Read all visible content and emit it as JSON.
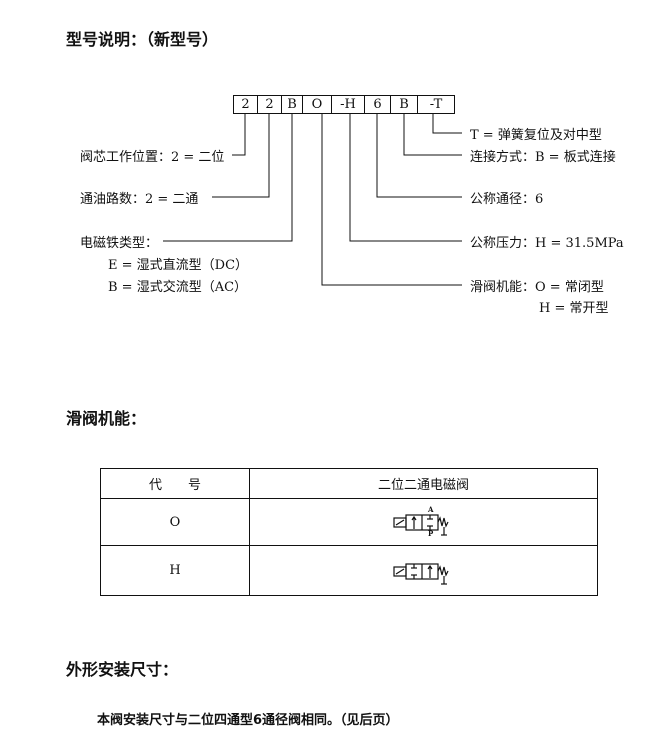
{
  "sections": {
    "model_title": "型号说明：（新型号）",
    "spool_title": "滑阀机能：",
    "install_title": "外形安装尺寸："
  },
  "code_boxes": [
    "2",
    "2",
    "B",
    "O",
    "-H",
    "6",
    "B",
    "-T"
  ],
  "left_labels": {
    "positions": "阀芯工作位置：2 = 二位",
    "ways": "通油路数：2 = 二通",
    "solenoid": "电磁铁类型：",
    "solenoid_e": "E = 湿式直流型（DC）",
    "solenoid_b": "B = 湿式交流型（AC）"
  },
  "right_labels": {
    "reset": "T = 弹簧复位及对中型",
    "connection": "连接方式：B = 板式连接",
    "size": "公称通径：6",
    "pressure": "公称压力：H = 31.5MPa",
    "spool": "滑阀机能：O = 常闭型",
    "spool_h": "H = 常开型"
  },
  "table": {
    "headers": [
      "代　　号",
      "二位二通电磁阀"
    ],
    "rows": [
      {
        "code": "O",
        "symbol": "normally-closed-valve-symbol"
      },
      {
        "code": "H",
        "symbol": "normally-open-valve-symbol"
      }
    ],
    "port_a": "A",
    "port_p": "P"
  },
  "install_note": "本阀安装尺寸与二位四通型6通径阀相同。（见后页）"
}
